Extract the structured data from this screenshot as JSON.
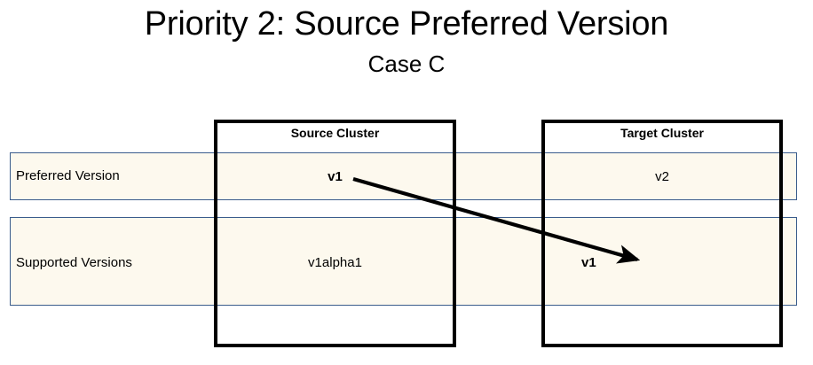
{
  "slide": {
    "title": "Priority 2: Source Preferred Version",
    "subtitle": "Case C"
  },
  "table": {
    "row_labels": [
      "Preferred Version",
      "Supported Versions"
    ],
    "column_headers": [
      "Source Cluster",
      "Target Cluster"
    ],
    "cells": {
      "source_preferred": "v1",
      "target_preferred": "v2",
      "source_supported": "v1alpha1",
      "target_supported": "v1"
    }
  },
  "annotations": {
    "arrow": {
      "label": "mapping-arrow",
      "from": "source-preferred-v1",
      "to": "target-supported-v1"
    }
  },
  "colors": {
    "row_fill": "#FDF9EE",
    "row_border": "#3A5C8C",
    "cluster_border": "#000000",
    "arrow": "#000000",
    "text": "#000000",
    "background": "#FFFFFF"
  }
}
